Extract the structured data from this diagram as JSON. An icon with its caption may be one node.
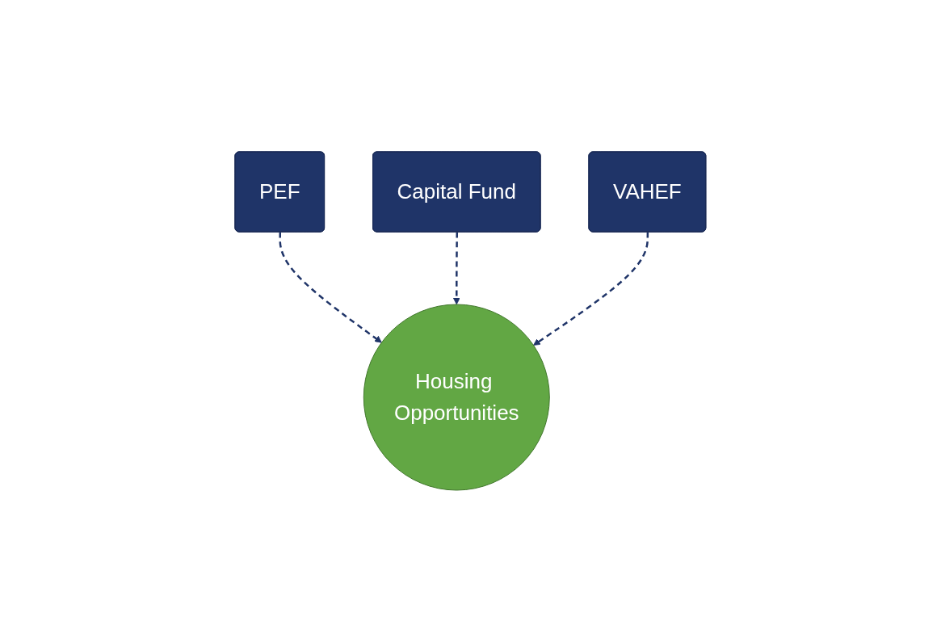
{
  "diagram": {
    "nodes": [
      {
        "text": [
          "PEF"
        ]
      },
      {
        "text": [
          "Capital Fund"
        ]
      },
      {
        "text": [
          "VAHEF"
        ]
      },
      {
        "text": [
          "Housing Opportunities"
        ]
      }
    ],
    "edges": [
      {
        "from": 0,
        "to": 3,
        "arrow": "to",
        "style": "dashed"
      },
      {
        "from": 1,
        "to": 3,
        "arrow": "to",
        "style": "dashed"
      },
      {
        "from": 2,
        "to": 3,
        "arrow": "to",
        "style": "dashed"
      }
    ]
  }
}
